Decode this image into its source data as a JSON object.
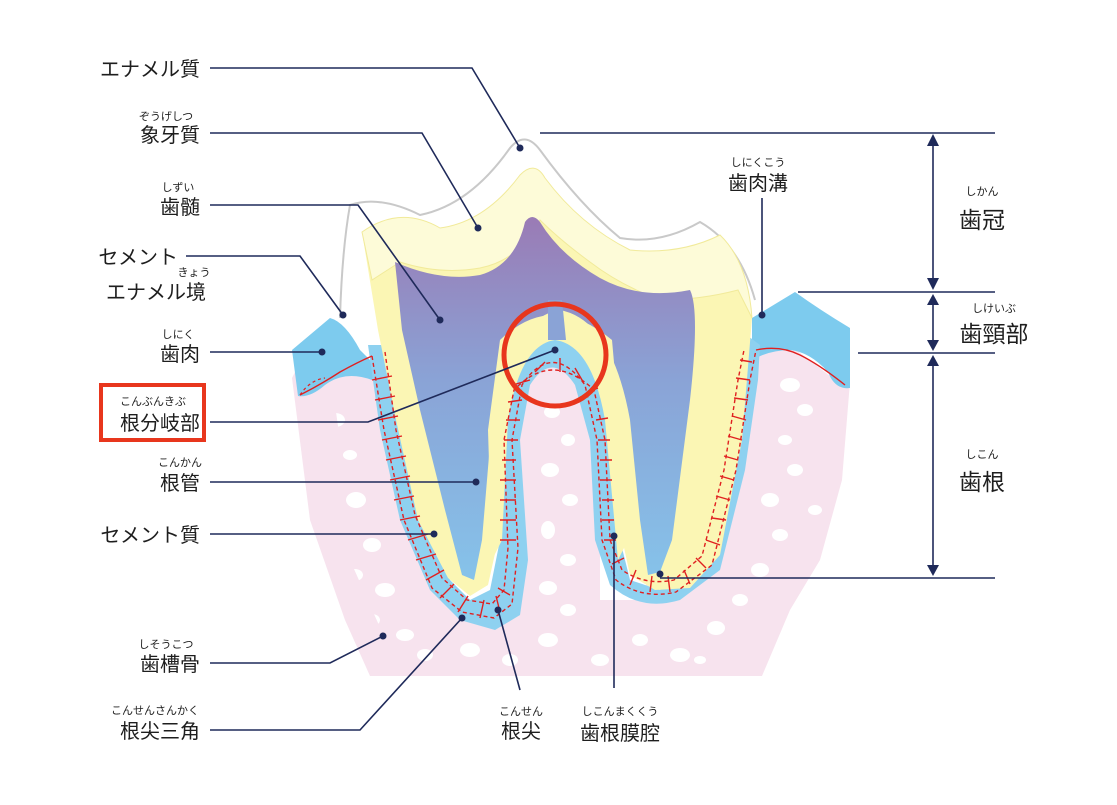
{
  "labels": {
    "enamel": "エナメル質",
    "dentin": "象牙質",
    "dentin_ruby": "ぞうげしつ",
    "pulp": "歯髄",
    "pulp_ruby": "しずい",
    "cej_line1": "セメント",
    "cej_line2": "エナメル境",
    "cej_ruby": "きょう",
    "gingiva": "歯肉",
    "gingiva_ruby": "しにく",
    "furcation": "根分岐部",
    "furcation_ruby": "こんぶんきぶ",
    "root_canal": "根管",
    "root_canal_ruby": "こんかん",
    "cementum": "セメント質",
    "alveolar_bone": "歯槽骨",
    "alveolar_bone_ruby": "しそうこつ",
    "apical_delta": "根尖三角",
    "apical_delta_ruby": "こんせんさんかく",
    "apex": "根尖",
    "apex_ruby": "こんせん",
    "pdl_space": "歯根膜腔",
    "pdl_space_ruby": "しこんまくくう",
    "sulcus": "歯肉溝",
    "sulcus_ruby": "しにくこう",
    "crown": "歯冠",
    "crown_ruby": "しかん",
    "neck": "歯頸部",
    "neck_ruby": "しけいぶ",
    "root": "歯根",
    "root_ruby": "しこん"
  },
  "highlight": {
    "label": "furcation",
    "color": "#e8361d"
  },
  "colors": {
    "enamel": "#fdfbd8",
    "dentin": "#fbf6b4",
    "pulp_top": "#9a7bb5",
    "pulp_bottom": "#86c3ea",
    "gingiva": "#7dcbee",
    "bone": "#f7e3ee",
    "pdl": "#8ed1f0",
    "ligament": "#e02020",
    "leader": "#1f2a5a"
  }
}
